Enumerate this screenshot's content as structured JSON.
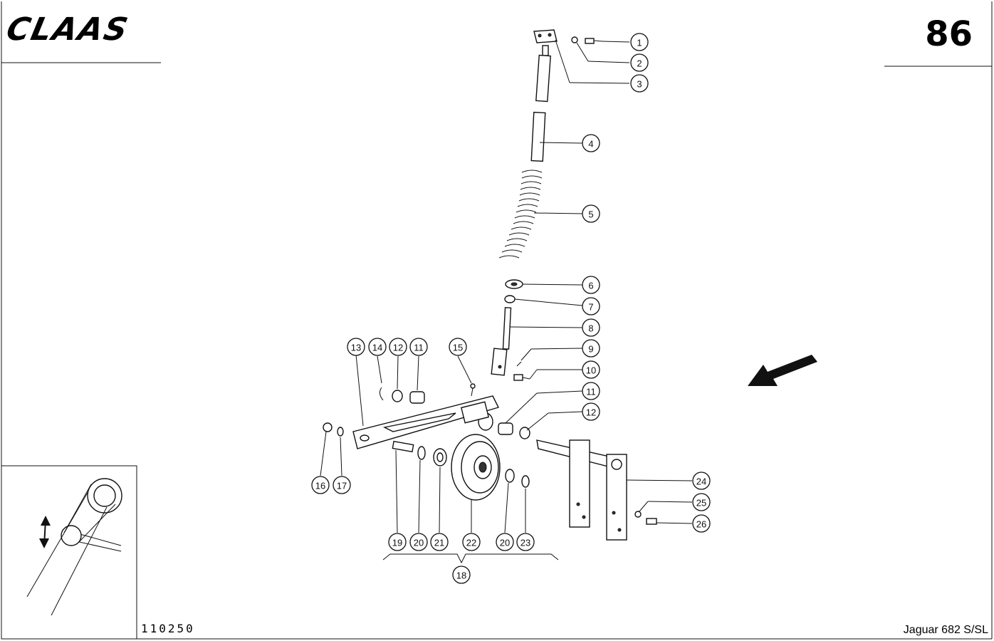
{
  "header": {
    "brand": "CLAAS",
    "page_number": "86"
  },
  "footer": {
    "drawing_number": "110250",
    "model": "Jaguar 682 S/SL"
  },
  "callouts": [
    {
      "id": "c1",
      "label": "1"
    },
    {
      "id": "c2",
      "label": "2"
    },
    {
      "id": "c3",
      "label": "3"
    },
    {
      "id": "c4",
      "label": "4"
    },
    {
      "id": "c5",
      "label": "5"
    },
    {
      "id": "c6",
      "label": "6"
    },
    {
      "id": "c7",
      "label": "7"
    },
    {
      "id": "c8",
      "label": "8"
    },
    {
      "id": "c9",
      "label": "9"
    },
    {
      "id": "c10",
      "label": "10"
    },
    {
      "id": "c11a",
      "label": "11"
    },
    {
      "id": "c12a",
      "label": "12"
    },
    {
      "id": "c13",
      "label": "13"
    },
    {
      "id": "c14",
      "label": "14"
    },
    {
      "id": "c12b",
      "label": "12"
    },
    {
      "id": "c11b",
      "label": "11"
    },
    {
      "id": "c15",
      "label": "15"
    },
    {
      "id": "c16",
      "label": "16"
    },
    {
      "id": "c17",
      "label": "17"
    },
    {
      "id": "c18",
      "label": "18"
    },
    {
      "id": "c19",
      "label": "19"
    },
    {
      "id": "c20a",
      "label": "20"
    },
    {
      "id": "c21",
      "label": "21"
    },
    {
      "id": "c22",
      "label": "22"
    },
    {
      "id": "c20b",
      "label": "20"
    },
    {
      "id": "c23",
      "label": "23"
    },
    {
      "id": "c24",
      "label": "24"
    },
    {
      "id": "c25",
      "label": "25"
    },
    {
      "id": "c26",
      "label": "26"
    }
  ]
}
